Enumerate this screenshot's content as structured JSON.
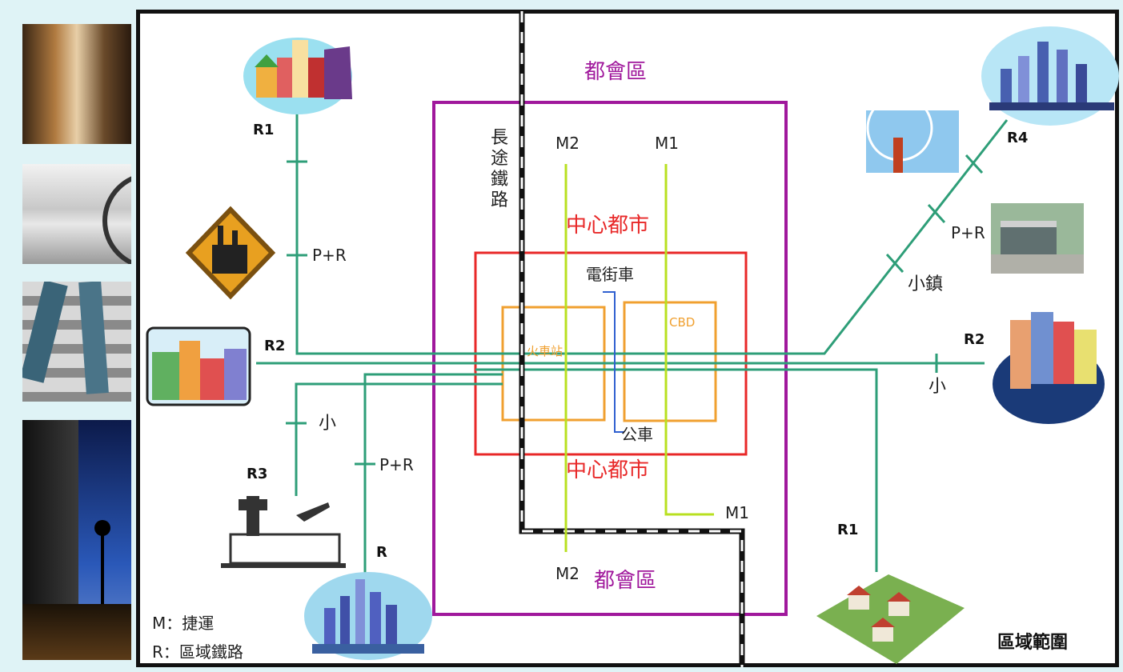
{
  "colors": {
    "metro_box": "#a0189c",
    "city_box": "#e82828",
    "cbd_box": "#f0a030",
    "regional_rail": "#2e9e78",
    "metro_line": "#b8e020",
    "bus": "#3060d0"
  },
  "labels": {
    "metro_top": "都會區",
    "metro_bottom": "都會區",
    "city_top": "中心都市",
    "city_bottom": "中心都市",
    "long_rail": "長途鐵路",
    "tram": "電街車",
    "bus": "公車",
    "station": "火車站",
    "cbd": "CBD",
    "m1_top": "M1",
    "m2_top": "M2",
    "m1_bottom": "M1",
    "m2_bottom": "M2",
    "r1_top": "R1",
    "r1_bottom": "R1",
    "r2_left": "R2",
    "r2_right": "R2",
    "r3": "R3",
    "r_bottom": "R",
    "r4": "R4",
    "pr_r1": "P+R",
    "pr_r": "P+R",
    "pr_r4": "P+R",
    "small_r3": "小",
    "small_r2": "小",
    "town_r4": "小鎮",
    "region": "區域範圍"
  },
  "legend": {
    "m": "M：捷運",
    "r": "R：區域鐵路"
  }
}
